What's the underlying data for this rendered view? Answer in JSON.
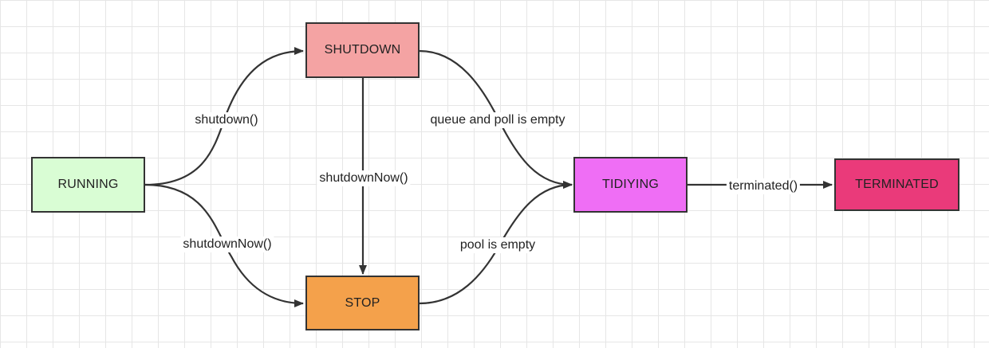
{
  "nodes": {
    "running": {
      "label": "RUNNING",
      "color": "#d9fdd4"
    },
    "shutdown": {
      "label": "SHUTDOWN",
      "color": "#f4a3a3"
    },
    "stop": {
      "label": "STOP",
      "color": "#f4a14b"
    },
    "tidiying": {
      "label": "TIDIYING",
      "color": "#ef6ef5"
    },
    "terminated": {
      "label": "TERMINATED",
      "color": "#ea3a7a"
    }
  },
  "edges": {
    "running_to_shutdown": "shutdown()",
    "running_to_stop": "shutdownNow()",
    "shutdown_to_stop": "shutdownNow()",
    "shutdown_to_tidiying": "queue and poll is empty",
    "stop_to_tidiying": "pool is empty",
    "tidiying_to_terminated": "terminated()"
  },
  "colors": {
    "edge": "#333333",
    "border": "#333333"
  }
}
